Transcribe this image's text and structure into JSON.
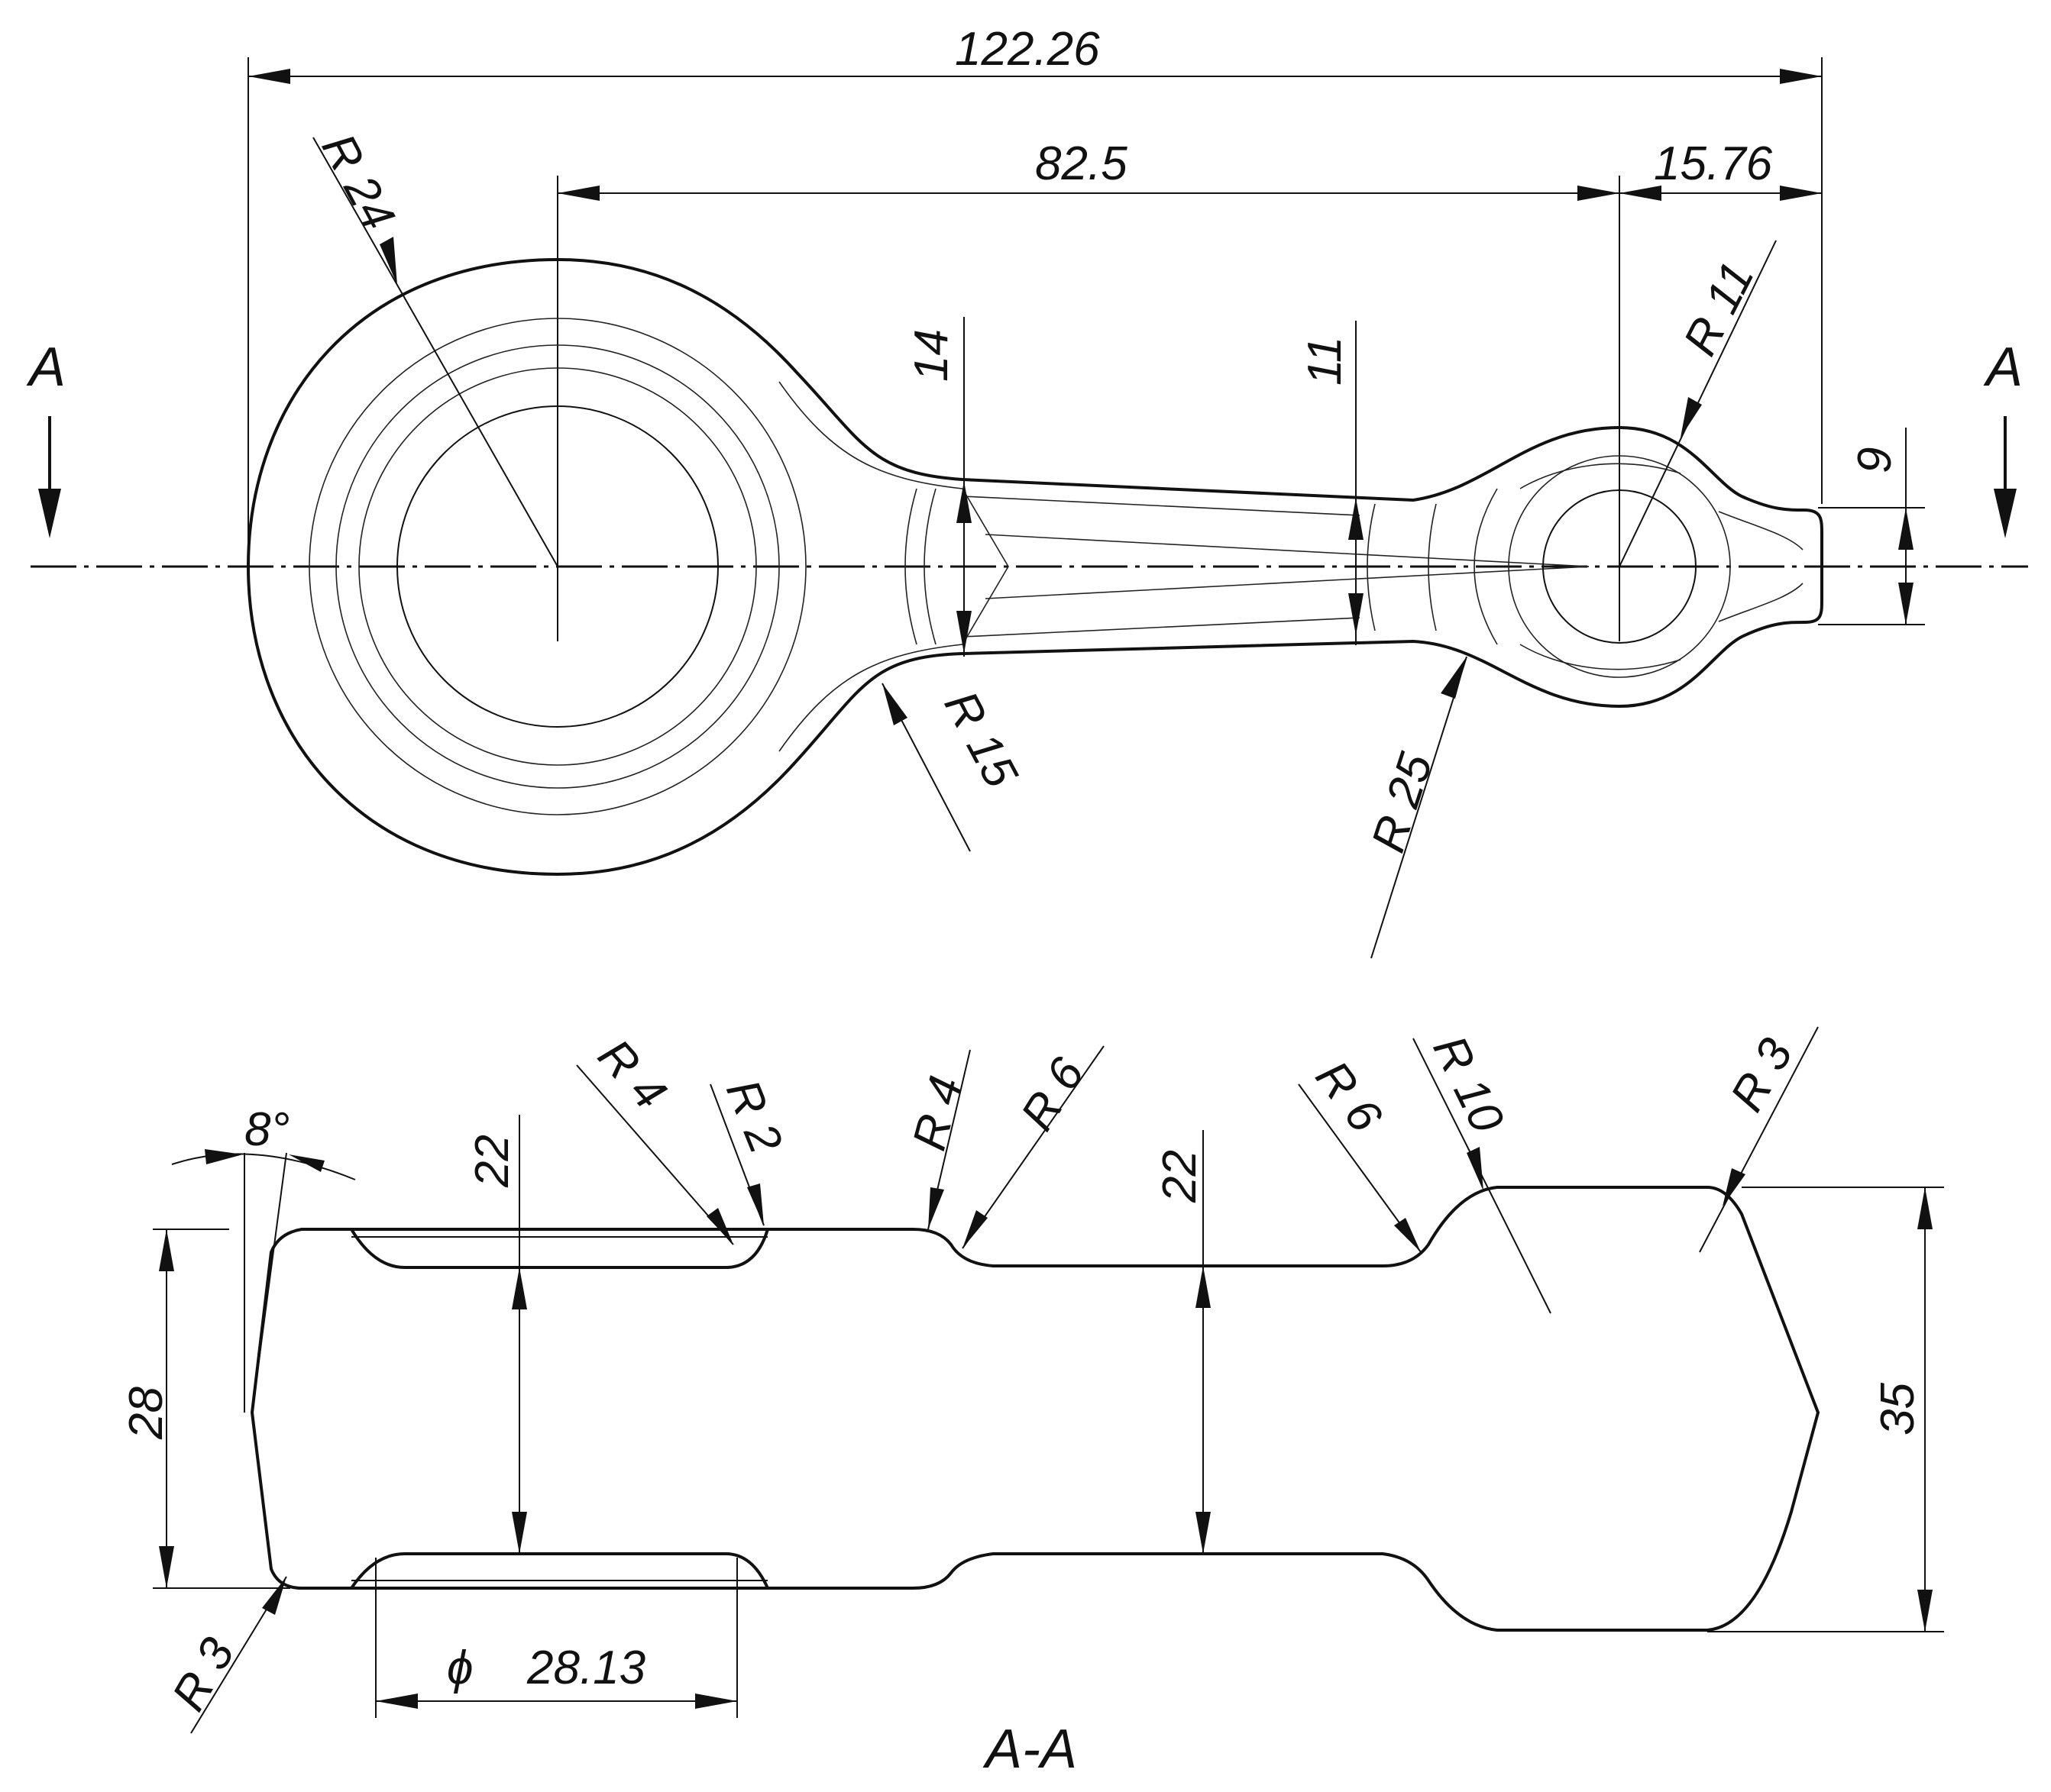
{
  "top_view": {
    "section_marks": {
      "left": "A",
      "right": "A"
    },
    "dimensions": {
      "overall_length": "122.26",
      "center_distance": "82.5",
      "end_offset": "15.76",
      "big_end_radius": "R 24",
      "shank_width_big": "14",
      "shank_width_small": "11",
      "small_end_radius": "R 11",
      "tip_width": "9",
      "fillet_big": "R 15",
      "fillet_small": "R 25"
    }
  },
  "section_view": {
    "title": "A-A",
    "dimensions": {
      "draft_angle": "8°",
      "big_end_height": "28",
      "rim_depth_big": "22",
      "fillet_r4_a": "R 4",
      "fillet_r2": "R 2",
      "fillet_r4_b": "R 4",
      "fillet_r6_a": "R 6",
      "rim_depth_small": "22",
      "fillet_r6_b": "R 6",
      "fillet_r10": "R 10",
      "fillet_r3_top": "R 3",
      "small_end_height": "35",
      "fillet_r3_bottom": "R 3",
      "bore_diameter_symbol": "ϕ",
      "bore_diameter": "28.13"
    }
  }
}
